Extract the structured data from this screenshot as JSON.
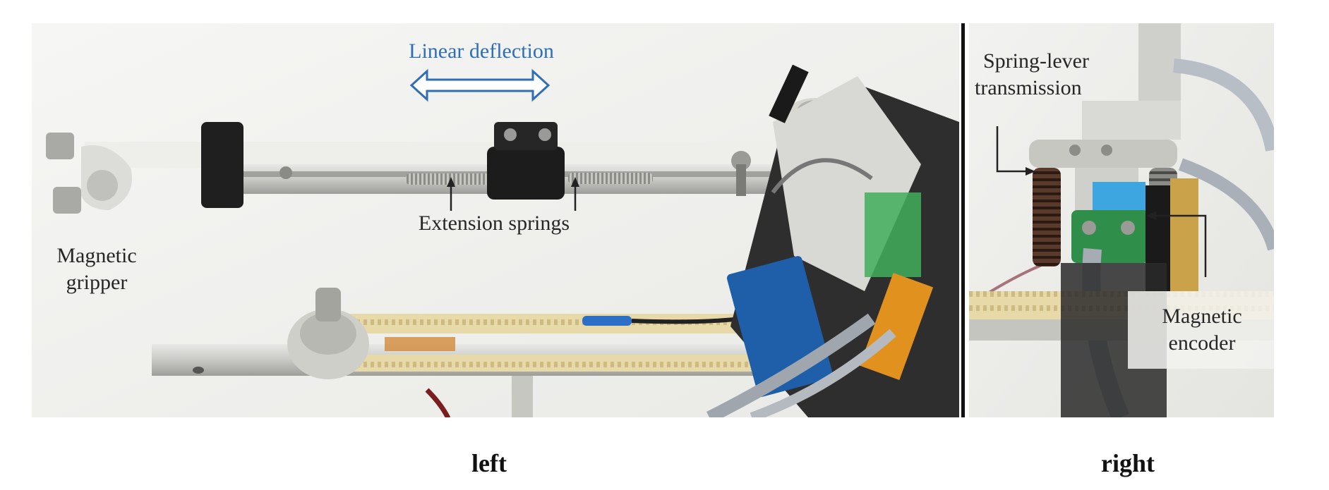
{
  "labels": {
    "linear_deflection": "Linear deflection",
    "extension_springs": "Extension springs",
    "magnetic_gripper_line1": "Magnetic",
    "magnetic_gripper_line2": "gripper",
    "spring_lever_line1": "Spring-lever",
    "spring_lever_line2": "transmission",
    "magnetic_encoder_line1": "Magnetic",
    "magnetic_encoder_line2": "encoder"
  },
  "captions": {
    "left": "left",
    "right": "right"
  },
  "colors": {
    "arrow_blue": "#2f6fb6",
    "text": "#262626",
    "background": "#f3f3f1"
  }
}
